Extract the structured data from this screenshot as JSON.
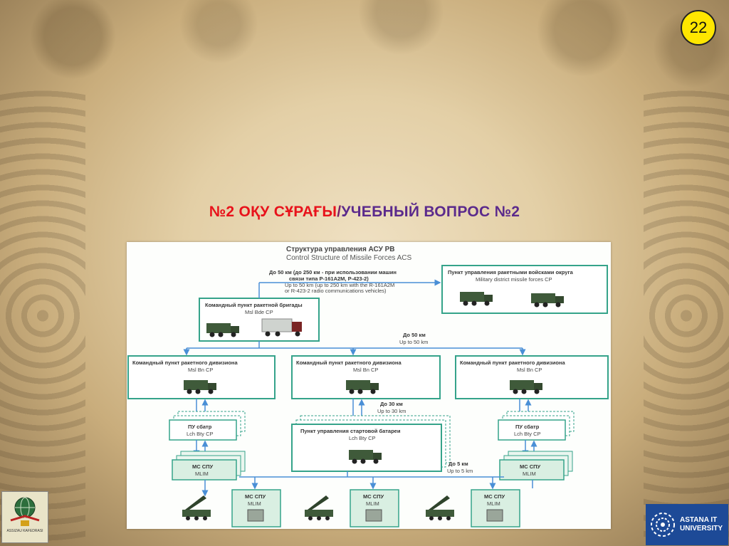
{
  "slide_number": "22",
  "title": {
    "part1": "№2 ОҚУ СҰРАҒЫ",
    "separator": "/",
    "part2": "УЧЕБНЫЙ ВОПРОС №2"
  },
  "diagram": {
    "heading_ru": "Структура управления АСУ РВ",
    "heading_en": "Control Structure of Missile Forces ACS",
    "link_top_ru1": "До 50 км (до 250 км - при использовании машин",
    "link_top_ru2": "связи типа Р-161А2М, Р-423-2)",
    "link_top_en1": "Up to 50 km (up to 250 km with the R-161A2M",
    "link_top_en2": "or R-423-2 radio communications vehicles)",
    "district_ru": "Пункт управления ракетными войсками округа",
    "district_en": "Military district missile forces CP",
    "brigade_ru": "Командный пункт ракетной бригады",
    "brigade_en": "Msl Bde CP",
    "link_50_ru": "До 50 км",
    "link_50_en": "Up to 50 km",
    "battalion_ru": "Командный пункт ракетного дивизиона",
    "battalion_en": "Msl Bn CP",
    "link_30_ru": "До 30 км",
    "link_30_en": "Up to 30 km",
    "battery_cp_ru": "Пункт управления стартовой батареи",
    "battery_cp_en": "Lch Bty CP",
    "pu_ru": "ПУ сбатр",
    "pu_en": "Lch Bty CP",
    "link_5_ru": "До 5 км",
    "link_5_en": "Up to 5 km",
    "mc_ru": "МС СПУ",
    "mc_en": "MLIM"
  },
  "logos": {
    "left_caption": "ASSIZAU KAFEDRASI",
    "right_line1": "ASTANA IT",
    "right_line2": "UNIVERSITY"
  },
  "colors": {
    "diagram_line": "#35a38a",
    "arrow_blue": "#4a8fd6",
    "title_red": "#e8121b",
    "title_purple": "#5b2a8c",
    "badge_yellow": "#ffe600"
  }
}
